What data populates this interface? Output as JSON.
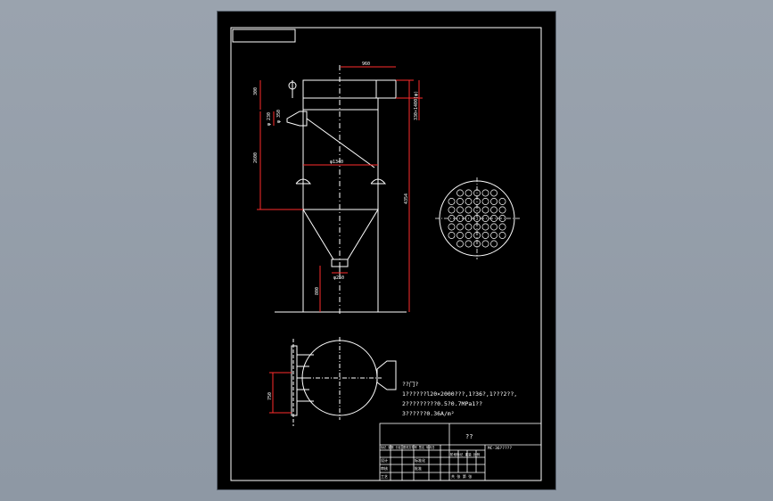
{
  "drawing": {
    "dimensions": {
      "top_width": "960",
      "inlet_height": "300",
      "flange_left": "φ 350",
      "inlet_offset": "φ 230",
      "body_height": "2600",
      "right_side": "330×1400(φ)",
      "body_diameter": "φ1340",
      "total_height": "4354",
      "outlet_diameter": "φ250",
      "leg_height": "800",
      "plan_width": "750"
    },
    "notes": {
      "title": "??门?",
      "line1": "1??????l20×2000???,1?36?,1???2??,",
      "line2": "2?????????0.5?0.7MPa1??",
      "line3": "3??????0.36A/m²"
    },
    "titleblock": {
      "name": "??",
      "code": "MC-36?????",
      "row_left_1": "标记 处数 分区 更改文件号 签名 年月日",
      "row_right_1": "阶段标记 重量 比例",
      "row_left_2": "设计",
      "row_left_3": "审核",
      "row_left_4": "工艺",
      "row_mid_2": "标准化",
      "row_mid_3": "批准",
      "row_right_3": "共 张 第 张"
    }
  }
}
